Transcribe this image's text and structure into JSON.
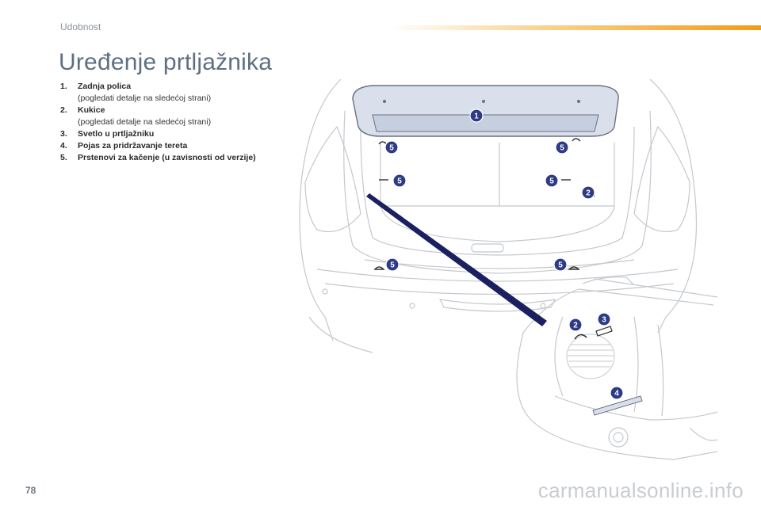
{
  "header": {
    "section": "Udobnost",
    "title": "Uređenje prtljažnika"
  },
  "items": [
    {
      "num": "1.",
      "label": "Zadnja polica",
      "note": "(pogledati detalje na sledećoj strani)"
    },
    {
      "num": "2.",
      "label": "Kukice",
      "note": "(pogledati detalje na sledećoj strani)"
    },
    {
      "num": "3.",
      "label": "Svetlo u prtljažniku",
      "note": ""
    },
    {
      "num": "4.",
      "label": "Pojas za pridržavanje tereta",
      "note": ""
    },
    {
      "num": "5.",
      "label": "Prstenovi za kačenje (u zavisnosti od verzije)",
      "note": ""
    }
  ],
  "badges": {
    "b1": "1",
    "b2": "2",
    "b3": "3",
    "b4": "4",
    "b5": "5"
  },
  "footer": {
    "page_number": "78",
    "watermark": "carmanualsonline.info"
  },
  "colors": {
    "accent": "#f39a1a",
    "title": "#5f6f82",
    "badge": "#2d3a86",
    "line": "#c4c8cd"
  }
}
